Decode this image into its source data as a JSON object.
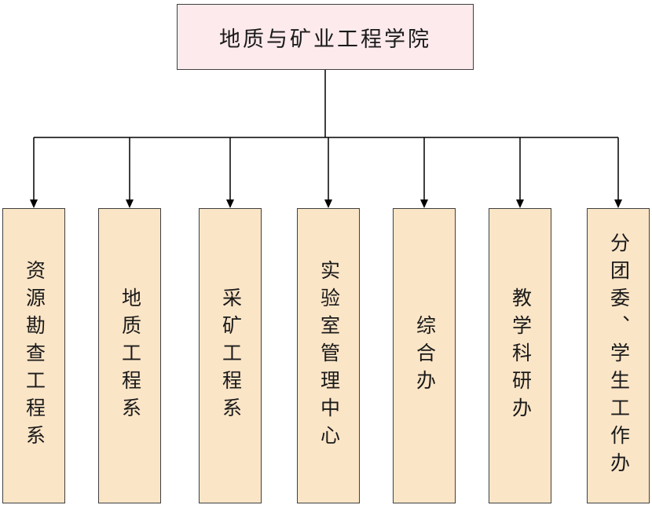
{
  "diagram": {
    "type": "org-chart",
    "root": {
      "label": "地质与矿业工程学院"
    },
    "departments": [
      {
        "label": "资源勘查工程系"
      },
      {
        "label": "地质工程系"
      },
      {
        "label": "采矿工程系"
      },
      {
        "label": "实验室管理中心"
      },
      {
        "label": "综合办"
      },
      {
        "label": "教学科研办"
      },
      {
        "label": "分团委、学生工作办"
      }
    ],
    "colors": {
      "root_box_bg": "#fdeaec",
      "department_box_bg": "#fbe5c7",
      "box_border": "#3f3f3f",
      "connector_line": "#000000",
      "text": "#1a1a1a",
      "page_bg": "#ffffff"
    }
  }
}
